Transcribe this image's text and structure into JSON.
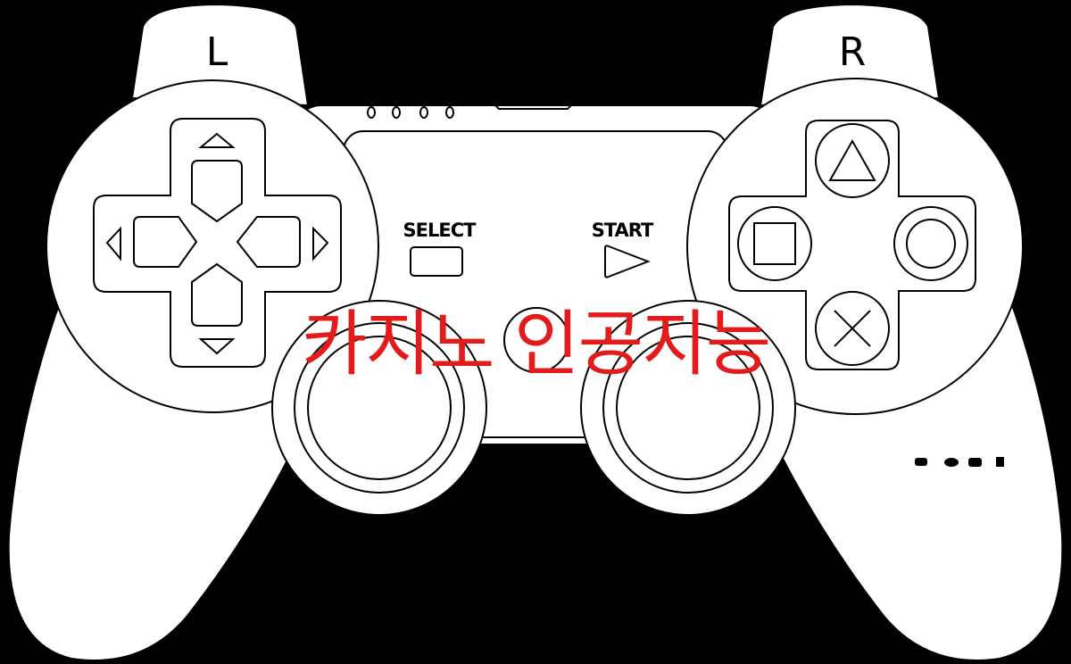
{
  "controller": {
    "left_shoulder_label": "L",
    "right_shoulder_label": "R",
    "select_label": "SELECT",
    "start_label": "START",
    "player_leds": 4,
    "face_buttons": [
      "triangle",
      "square",
      "circle",
      "cross"
    ],
    "dpad_icon": "dpad-icon"
  },
  "overlay": {
    "text": "카지노 인공지능",
    "color": "#e31b1b"
  }
}
